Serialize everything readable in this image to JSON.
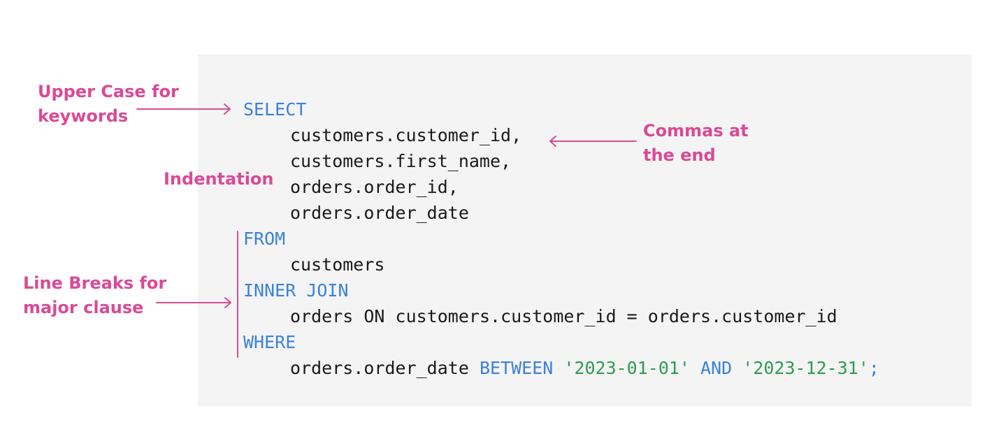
{
  "annotations": {
    "upper_case": [
      "Upper Case for",
      "keywords"
    ],
    "commas": [
      "Commas at",
      "the end"
    ],
    "indentation": "Indentation",
    "line_breaks": [
      "Line Breaks for",
      "major clause"
    ]
  },
  "code": {
    "select": "SELECT",
    "col1": "customers.customer_id,",
    "col2": "customers.first_name,",
    "col3": "orders.order_id,",
    "col4": "orders.order_date",
    "from": "FROM",
    "from_table": "customers",
    "inner_join": "INNER JOIN",
    "join_table": "orders",
    "on": "ON",
    "join_condition": "customers.customer_id = orders.customer_id",
    "where": "WHERE",
    "where_column": "orders.order_date",
    "between": "BETWEEN",
    "date_start": "'2023-01-01'",
    "and": "AND",
    "date_end": "'2023-12-31'",
    "terminator": ";"
  },
  "colors": {
    "annotation": "#d94a96",
    "keyword": "#3b82d6",
    "string": "#2e9c4e",
    "text": "#1a1a1a",
    "panel": "#f4f4f4"
  }
}
